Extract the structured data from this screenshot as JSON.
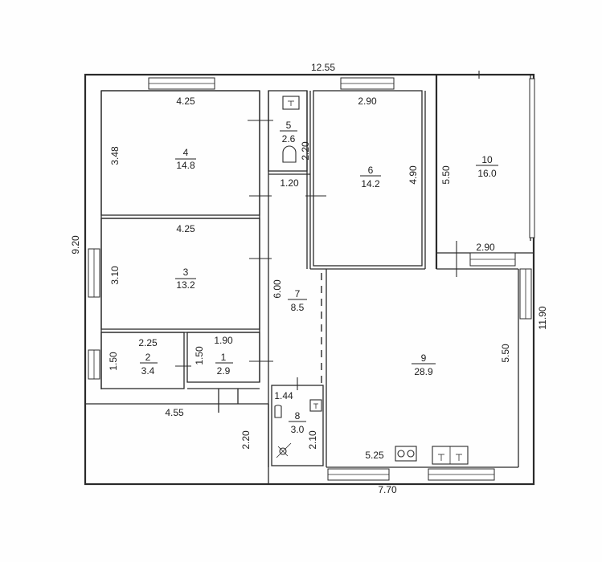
{
  "plan": {
    "overall_dimensions": {
      "top_width": "12.55",
      "bottom_width": "7.70",
      "left_height": "9.20",
      "right_height": "11.90"
    },
    "rooms": [
      {
        "number": "1",
        "area": "2.9"
      },
      {
        "number": "2",
        "area": "3.4"
      },
      {
        "number": "3",
        "area": "13.2"
      },
      {
        "number": "4",
        "area": "14.8"
      },
      {
        "number": "5",
        "area": "2.6"
      },
      {
        "number": "6",
        "area": "14.2"
      },
      {
        "number": "7",
        "area": "8.5"
      },
      {
        "number": "8",
        "area": "3.0"
      },
      {
        "number": "9",
        "area": "28.9"
      },
      {
        "number": "10",
        "area": "16.0"
      }
    ],
    "dimensions": {
      "room4_width": "4.25",
      "room4_height": "3.48",
      "room3_width": "4.25",
      "room3_height": "3.10",
      "room2_width": "2.25",
      "room2_height": "1.50",
      "room1_width": "1.90",
      "room1_height": "1.50",
      "room5_height": "2.20",
      "room5_width": "1.20",
      "room6_width": "2.90",
      "room6_height": "4.90",
      "room10_height": "5.50",
      "room10_width": "2.90",
      "corridor_length": "6.00",
      "room8_width": "1.44",
      "room8_height": "2.10",
      "room9_width": "5.25",
      "room9_height": "5.50",
      "porch_width": "4.55",
      "porch_height": "2.20"
    }
  }
}
